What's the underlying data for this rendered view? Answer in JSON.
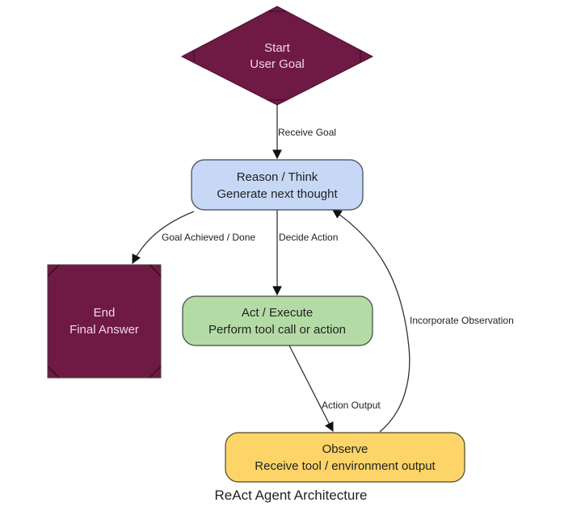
{
  "diagram": {
    "title": "ReAct Agent Architecture",
    "nodes": {
      "start": {
        "line1": "Start",
        "line2": "User Goal",
        "shape": "diamond",
        "fill": "#6e1a44",
        "text_color": "#f3d6e6"
      },
      "reason": {
        "line1": "Reason / Think",
        "line2": "Generate next thought",
        "shape": "rounded-rect",
        "fill": "#c6d8f5",
        "text_color": "#222222"
      },
      "act": {
        "line1": "Act / Execute",
        "line2": "Perform tool call or action",
        "shape": "rounded-rect",
        "fill": "#b4dba5",
        "text_color": "#222222"
      },
      "observe": {
        "line1": "Observe",
        "line2": "Receive tool / environment output",
        "shape": "rounded-rect",
        "fill": "#fdd468",
        "text_color": "#222222"
      },
      "end": {
        "line1": "End",
        "line2": "Final Answer",
        "shape": "square",
        "fill": "#6e1a44",
        "text_color": "#f3d6e6"
      }
    },
    "edges": [
      {
        "from": "start",
        "to": "reason",
        "label": "Receive Goal"
      },
      {
        "from": "reason",
        "to": "end",
        "label": "Goal Achieved / Done"
      },
      {
        "from": "reason",
        "to": "act",
        "label": "Decide Action"
      },
      {
        "from": "act",
        "to": "observe",
        "label": "Action Output"
      },
      {
        "from": "observe",
        "to": "reason",
        "label": "Incorporate Observation"
      }
    ]
  }
}
